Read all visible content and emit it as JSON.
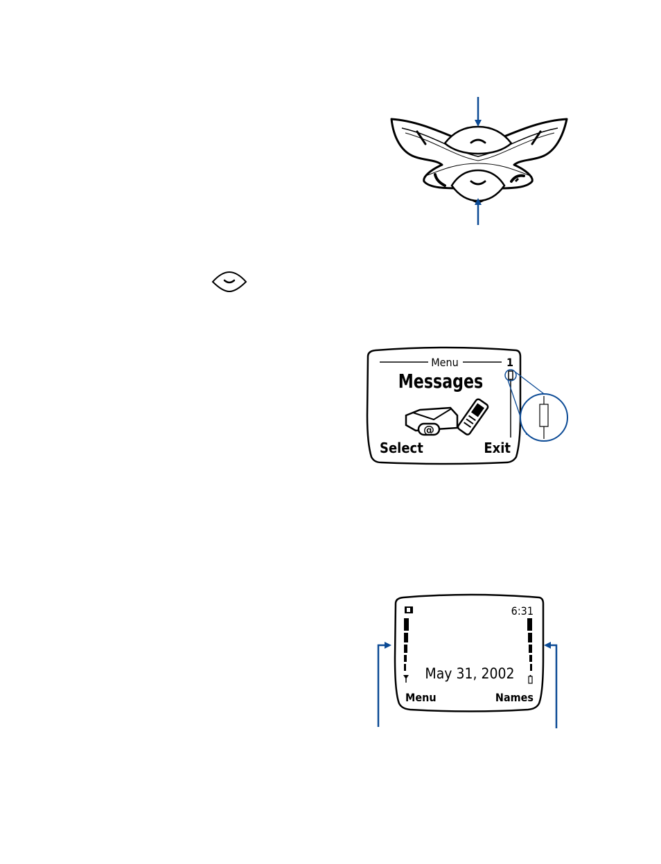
{
  "colors": {
    "accent": "#0b4a95",
    "ink": "#000000",
    "page": "#ffffff"
  },
  "keypad": {
    "icons": [
      "scroll-up-key-icon",
      "scroll-down-key-icon",
      "call-key-icon",
      "end-key-icon"
    ]
  },
  "inline_key_icon": "scroll-down-key-icon",
  "menu_screen": {
    "header": "Menu",
    "item_number": "1",
    "title": "Messages",
    "left_soft_key": "Select",
    "right_soft_key": "Exit",
    "icon": "messages-envelope-phone-icon"
  },
  "standby_screen": {
    "time": "6:31",
    "date": "May 31, 2002",
    "left_soft_key": "Menu",
    "right_soft_key": "Names",
    "icons": [
      "network-indicator-icon",
      "signal-strength-bar",
      "battery-level-bar",
      "antenna-icon",
      "battery-icon"
    ]
  }
}
